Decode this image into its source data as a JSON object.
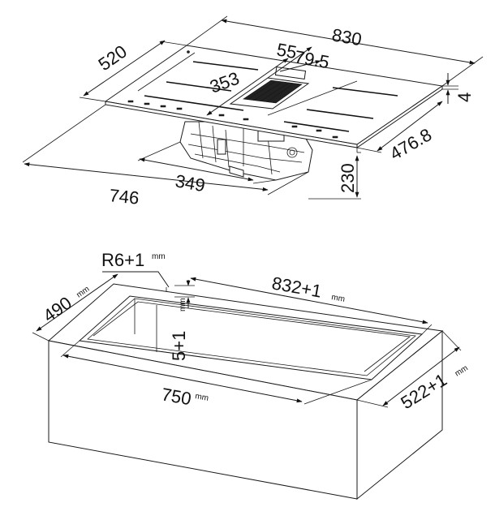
{
  "top_view": {
    "dimensions": {
      "width_total": "830",
      "depth_total": "520",
      "vent_offset": "55",
      "vent_width": "79.5",
      "zone_width": "353",
      "thickness": "4",
      "depth_body": "476.8",
      "width_body": "746",
      "box_width": "349",
      "box_height": "230"
    }
  },
  "cutout_view": {
    "radius": "R6+1",
    "radius_unit": "mm",
    "depth": "490",
    "depth_unit": "mm",
    "width_outer": "832+1",
    "width_outer_unit": "mm",
    "rebate_depth": "5+1",
    "rebate_unit": "mm",
    "width_inner": "750",
    "width_inner_unit": "mm",
    "depth_outer": "522+1",
    "depth_outer_unit": "mm"
  }
}
